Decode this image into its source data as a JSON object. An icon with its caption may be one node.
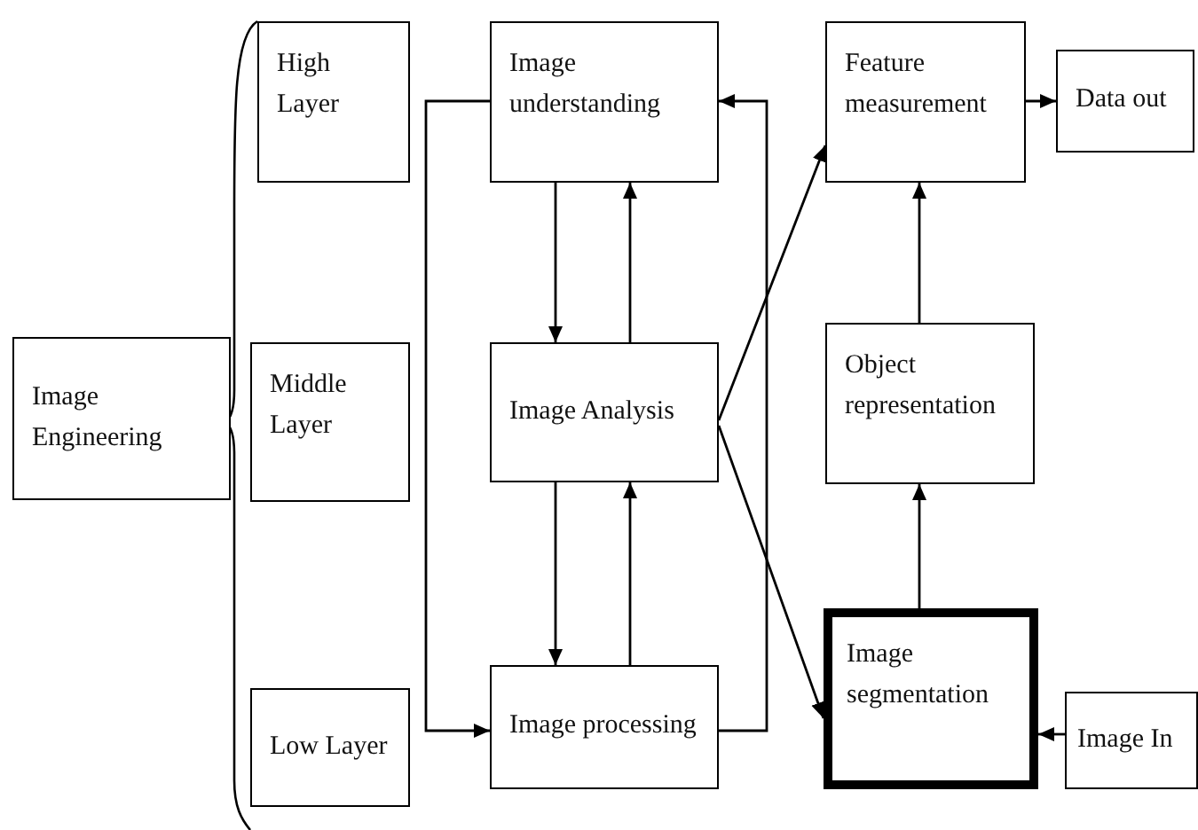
{
  "diagram": {
    "nodes": [
      {
        "text": [
          "Image Engineering"
        ]
      },
      {
        "text": [
          "High Layer"
        ]
      },
      {
        "text": [
          "Middle Layer"
        ]
      },
      {
        "text": [
          "Low Layer"
        ]
      },
      {
        "text": [
          "Image understanding"
        ]
      },
      {
        "text": [
          "Image Analysis"
        ]
      },
      {
        "text": [
          "Image processing"
        ]
      },
      {
        "text": [
          "Feature measurement"
        ]
      },
      {
        "text": [
          "Data out"
        ]
      },
      {
        "text": [
          "Object representation"
        ]
      },
      {
        "text": [
          "Image segmentation"
        ]
      },
      {
        "text": [
          "Image In"
        ]
      }
    ],
    "edges": [
      {
        "from": 4,
        "to": 6,
        "arrow": "to"
      },
      {
        "from": 4,
        "to": 5,
        "arrow": "to"
      },
      {
        "from": 5,
        "to": 4,
        "arrow": "to"
      },
      {
        "from": 5,
        "to": 6,
        "arrow": "to"
      },
      {
        "from": 6,
        "to": 5,
        "arrow": "to"
      },
      {
        "from": 6,
        "to": 4,
        "arrow": "to"
      },
      {
        "from": 5,
        "to": 7,
        "arrow": "to"
      },
      {
        "from": 5,
        "to": 10,
        "arrow": "to"
      },
      {
        "from": 7,
        "to": 8,
        "arrow": "to"
      },
      {
        "from": 9,
        "to": 7,
        "arrow": "to"
      },
      {
        "from": 10,
        "to": 9,
        "arrow": "to"
      },
      {
        "from": 11,
        "to": 10,
        "arrow": "to"
      }
    ]
  }
}
